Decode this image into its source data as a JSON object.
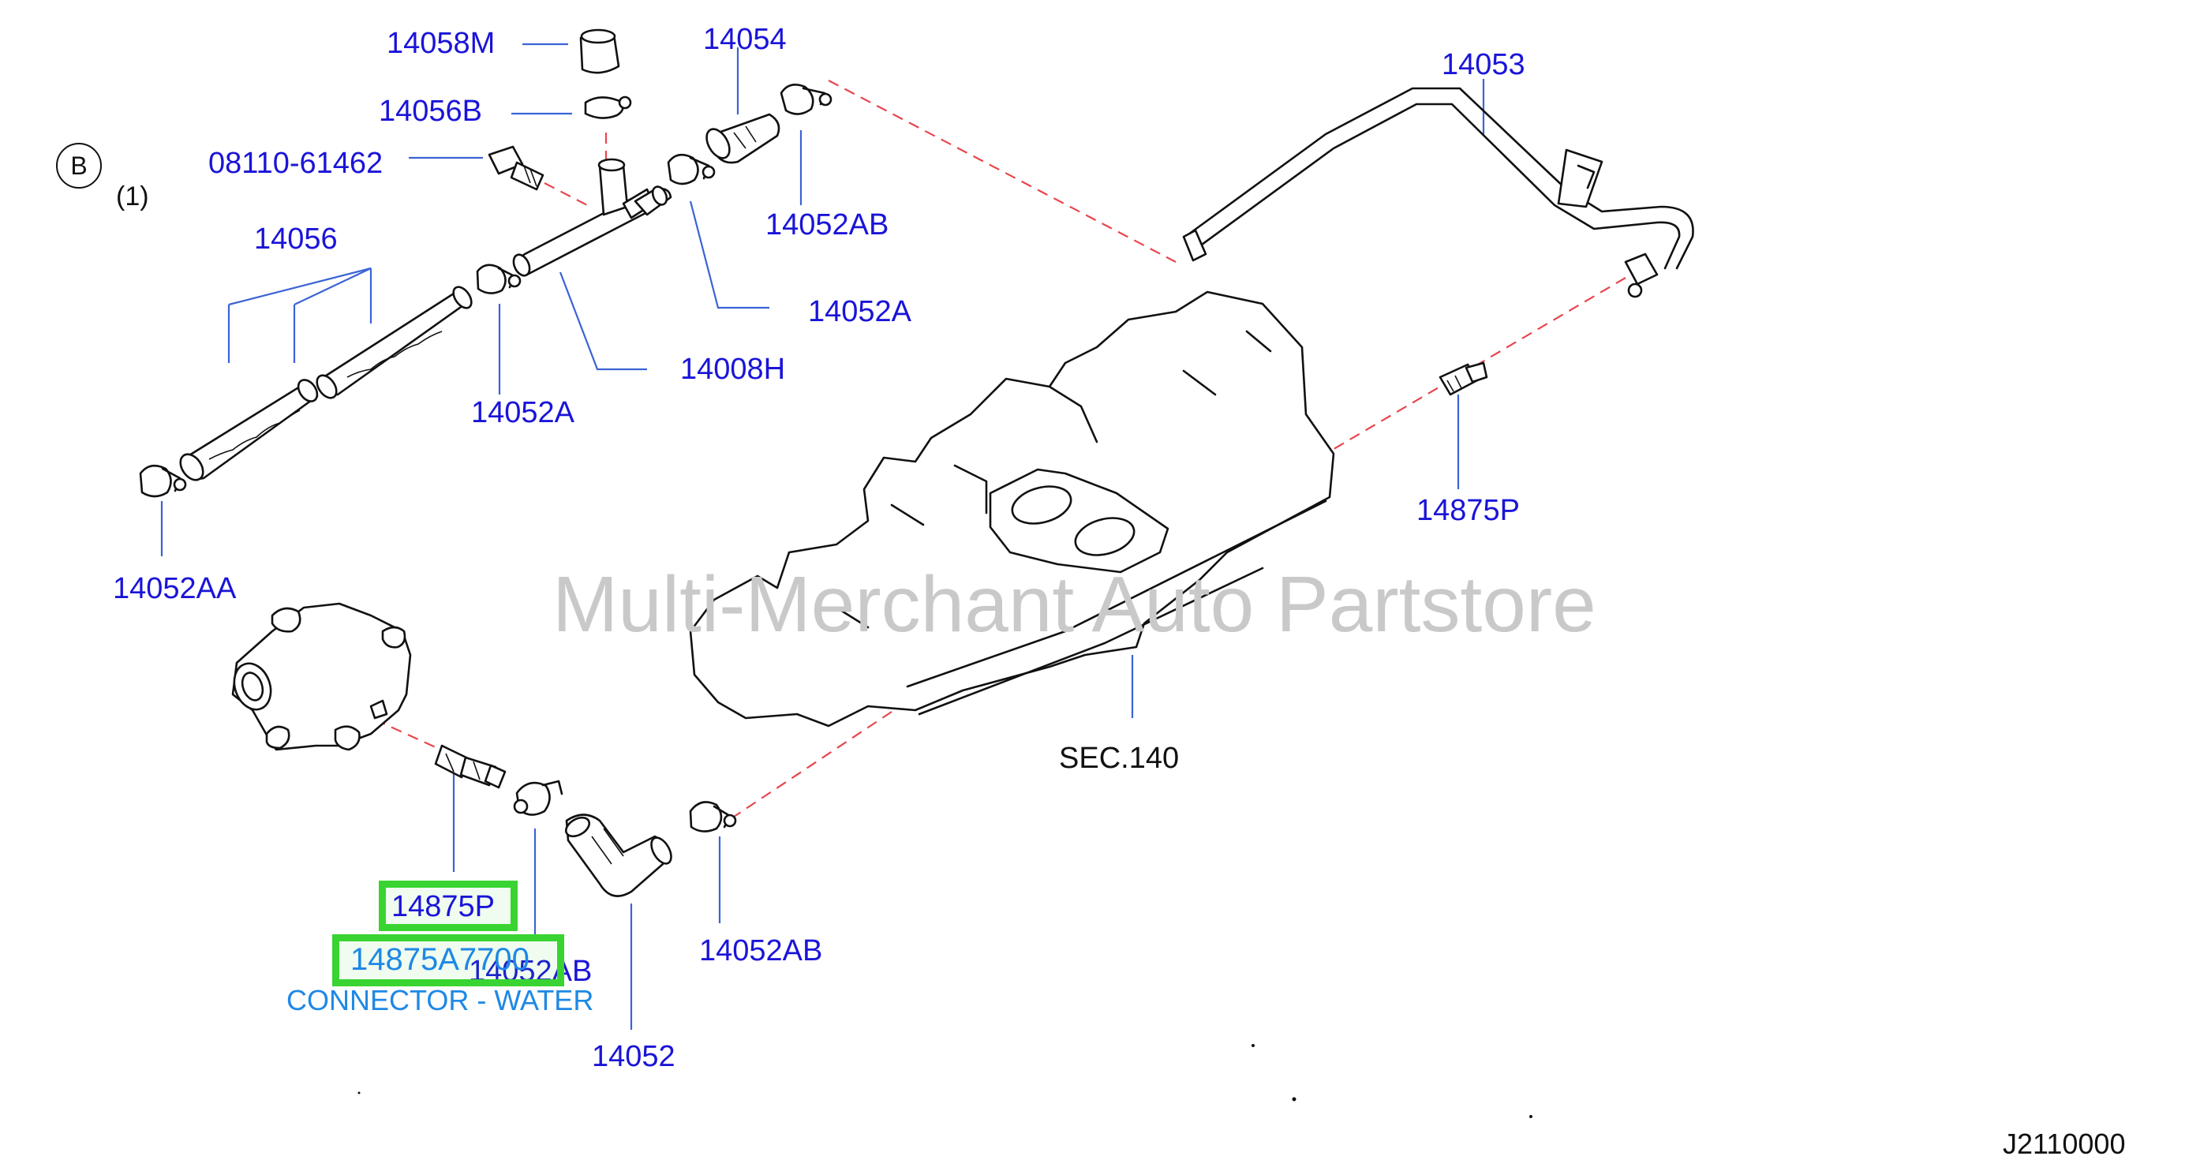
{
  "diagram": {
    "watermark": "Multi-Merchant Auto Partstore",
    "diagram_code": "J2110000",
    "section_ref": "SEC.140",
    "circle_label": "B",
    "note": "(1)",
    "colors": {
      "part_number": "#1a14d8",
      "highlight": "#39d431",
      "leader": "#3b63d6",
      "dashed": "#e8464d",
      "description": "#1e88e5"
    },
    "highlighted": {
      "part_ref": "14875P",
      "part_number": "14875A7700",
      "description": "CONNECTOR - WATER"
    },
    "labels": {
      "p14058M": "14058M",
      "p14054": "14054",
      "p14053": "14053",
      "p14056B": "14056B",
      "p08110": "08110-61462",
      "p14052AB_top": "14052AB",
      "p14056": "14056",
      "p14052A_right": "14052A",
      "p14008H": "14008H",
      "p14052A_left": "14052A",
      "p14875P_right": "14875P",
      "p14052AA": "14052AA",
      "p14052AB_mid": "14052AB",
      "p14052AB_bottom": "14052AB",
      "p14052": "14052"
    }
  }
}
